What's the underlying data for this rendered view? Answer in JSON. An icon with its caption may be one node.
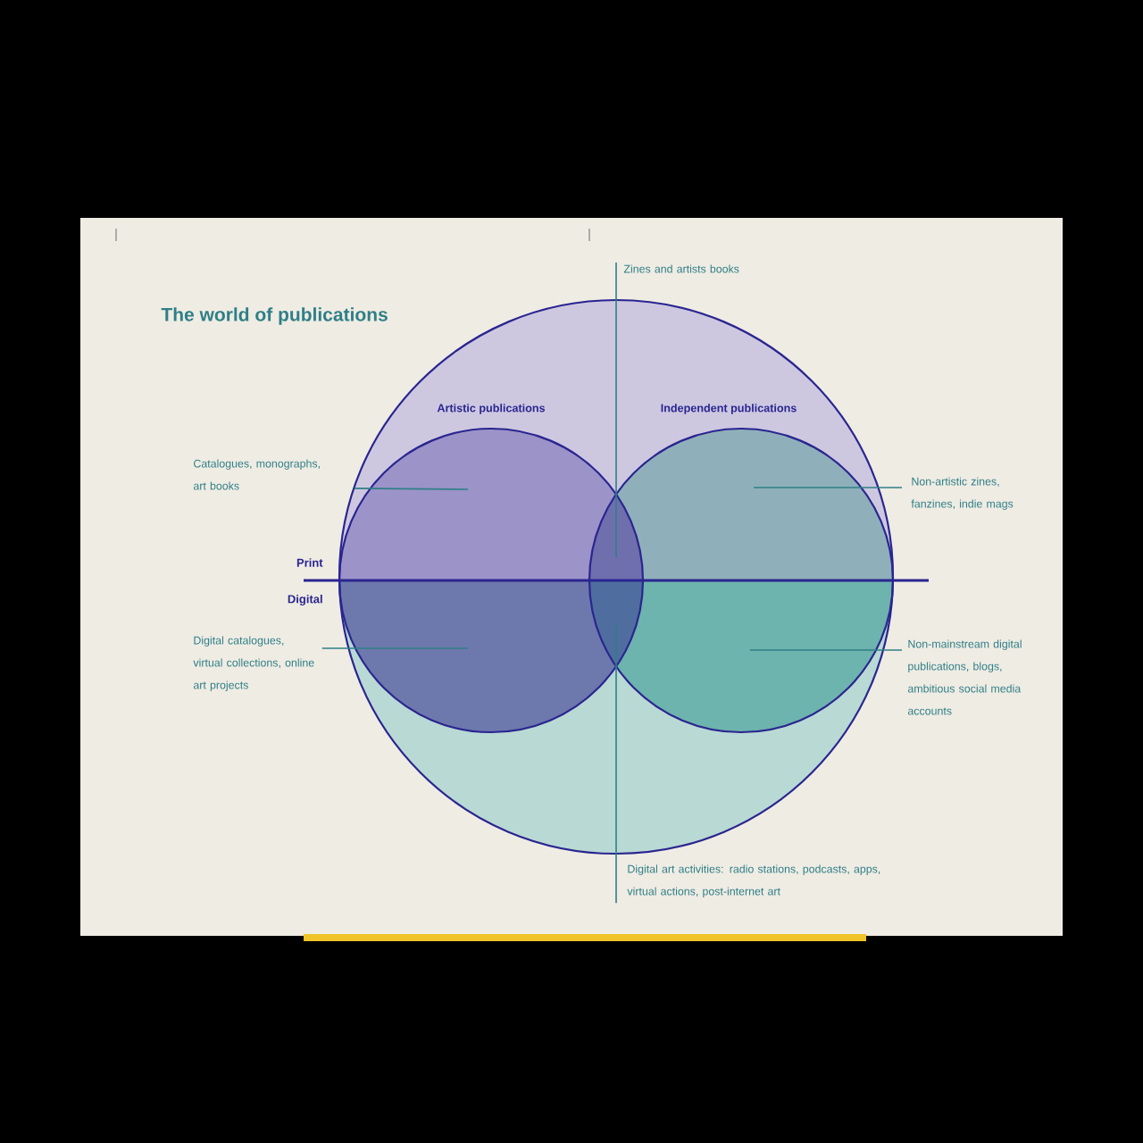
{
  "diagram": {
    "title": "The world of publications",
    "nodes": [
      {
        "text": [],
        "shape": "circle"
      },
      {
        "text": [
          "Artistic publications"
        ],
        "in": 0
      },
      {
        "text": [
          "Independent publications"
        ],
        "in": 0
      },
      {
        "text": [
          "Catalogues, monographs, art books"
        ]
      },
      {
        "text": [
          "Digital catalogues, virtual collections, online art projects"
        ]
      },
      {
        "text": [
          "Zines and artists books"
        ]
      },
      {
        "text": [
          "Non-artistic zines, fanzines, indie mags"
        ]
      },
      {
        "text": [
          "Non-mainstream digital publications, blogs, ambitious social media accounts"
        ]
      },
      {
        "text": [
          "Digital art activities: radio stations, podcasts, apps, virtual actions, post-internet art"
        ]
      }
    ],
    "edges": [
      {
        "from": 3,
        "to": 1,
        "arrow": "none"
      },
      {
        "from": 4,
        "to": 1,
        "arrow": "none"
      },
      {
        "from": 6,
        "to": 2,
        "arrow": "none"
      },
      {
        "from": 7,
        "to": 2,
        "arrow": "none"
      },
      {
        "from": 5,
        "to": 1,
        "arrow": "none"
      },
      {
        "from": 8,
        "to": 0,
        "arrow": "none"
      }
    ],
    "labels": [
      "Print",
      "Digital"
    ]
  }
}
